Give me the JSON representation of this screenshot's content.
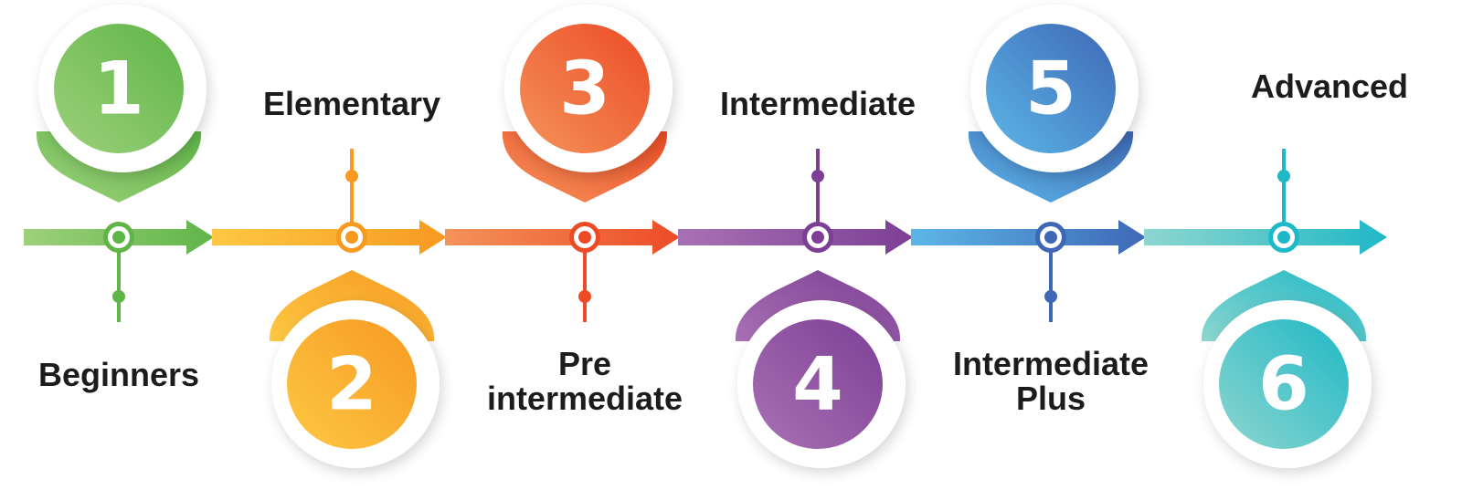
{
  "steps": [
    {
      "number": "1",
      "label": "Beginners",
      "color_light": "#9dd07b",
      "color_dark": "#5fb548"
    },
    {
      "number": "2",
      "label": "Elementary",
      "color_light": "#fdc843",
      "color_dark": "#f79a22"
    },
    {
      "number": "3",
      "label": "Pre intermediate",
      "label_lines": [
        "Pre",
        "intermediate"
      ],
      "color_light": "#f4935a",
      "color_dark": "#ec4b26"
    },
    {
      "number": "4",
      "label": "Intermediate",
      "color_light": "#a871b4",
      "color_dark": "#7d3f95"
    },
    {
      "number": "5",
      "label": "Intermediate Plus",
      "label_lines": [
        "Intermediate",
        "Plus"
      ],
      "color_light": "#5cb6e8",
      "color_dark": "#3e68b5"
    },
    {
      "number": "6",
      "label": "Advanced",
      "color_light": "#8ed6cf",
      "color_dark": "#1fb8c6"
    }
  ]
}
